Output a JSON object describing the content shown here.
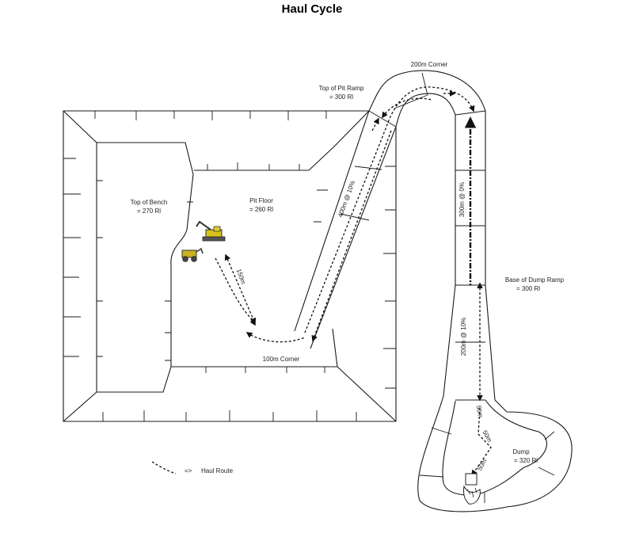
{
  "title": "Haul Cycle",
  "labels": {
    "top_of_bench": "Top of Bench",
    "top_of_bench_rl": "= 270 Rl",
    "pit_floor": "Pit Floor",
    "pit_floor_rl": "= 260 Rl",
    "top_of_pit_ramp": "Top of Pit Ramp",
    "top_of_pit_ramp_rl": "= 300 Rl",
    "corner_200m": "200m Corner",
    "corner_100m": "100m Corner",
    "base_of_dump_ramp": "Base of Dump Ramp",
    "base_of_dump_ramp_rl": "= 300 Rl",
    "dump": "Dump",
    "dump_rl": "= 320 Rl",
    "seg_150m": "150m",
    "seg_400m": "400m @ 10%",
    "seg_300m": "300m @ 0%",
    "seg_200m": "200m @ 10%",
    "seg_50m_a": "50m",
    "seg_50m_b": "50m",
    "seg_50m_c": "50m"
  },
  "legend": {
    "arrow": "=>",
    "text": "Haul Route"
  },
  "colors": {
    "excavator": "#d9c21a",
    "truck": "#c9b320"
  }
}
